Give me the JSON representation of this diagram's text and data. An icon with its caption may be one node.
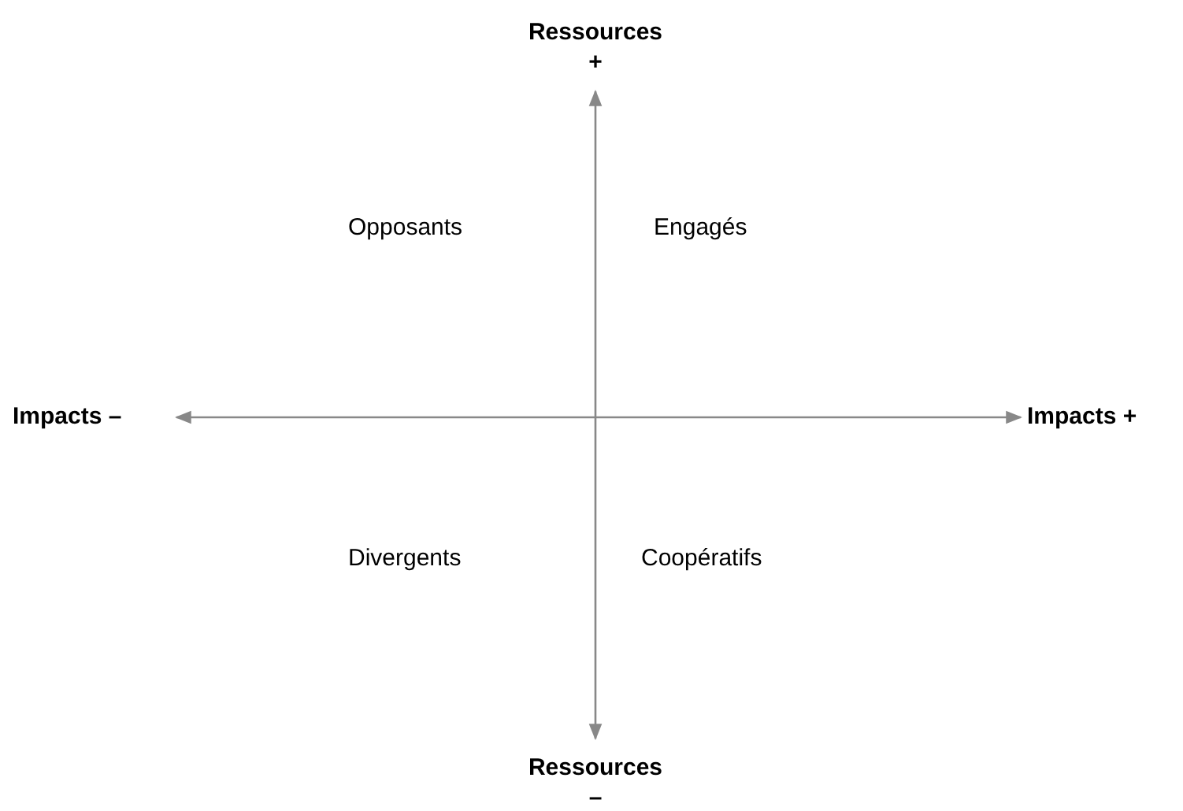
{
  "diagram": {
    "labels": [
      "Ressources +",
      "Opposants",
      "Engagés",
      "Impacts –",
      "Impacts +",
      "Divergents",
      "Coopératifs",
      "Ressources –"
    ]
  }
}
